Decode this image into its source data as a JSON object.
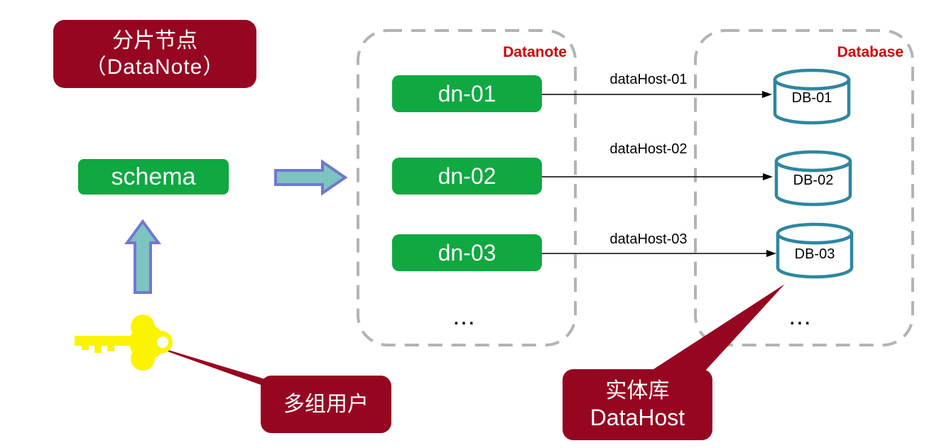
{
  "title_box": {
    "line1": "分片节点",
    "line2": "（DataNote）"
  },
  "schema_box": {
    "label": "schema"
  },
  "datanote_group": {
    "label": "Datanote",
    "ellipsis": "...",
    "nodes": [
      {
        "label": "dn-01"
      },
      {
        "label": "dn-02"
      },
      {
        "label": "dn-03"
      }
    ]
  },
  "database_group": {
    "label": "Database",
    "ellipsis": "...",
    "nodes": [
      {
        "label": "DB-01"
      },
      {
        "label": "DB-02"
      },
      {
        "label": "DB-03"
      }
    ]
  },
  "connections": [
    {
      "label": "dataHost-01"
    },
    {
      "label": "dataHost-02"
    },
    {
      "label": "dataHost-03"
    }
  ],
  "callouts": {
    "users": {
      "label": "多组用户"
    },
    "datahost": {
      "line1": "实体库",
      "line2": "DataHost"
    }
  },
  "icons": {
    "key": "yellow-key-icon"
  },
  "colors": {
    "dark_red": "#970620",
    "group_label_red": "#D40000",
    "node_green": "#0FA841",
    "block_arrow_fill": "#7DC3BF",
    "block_arrow_stroke": "#7277D0",
    "cylinder_stroke": "#2E86A0",
    "dashed_border_gray": "#B3B3B3",
    "key_yellow": "#FAF400",
    "connector_black": "#000000"
  }
}
